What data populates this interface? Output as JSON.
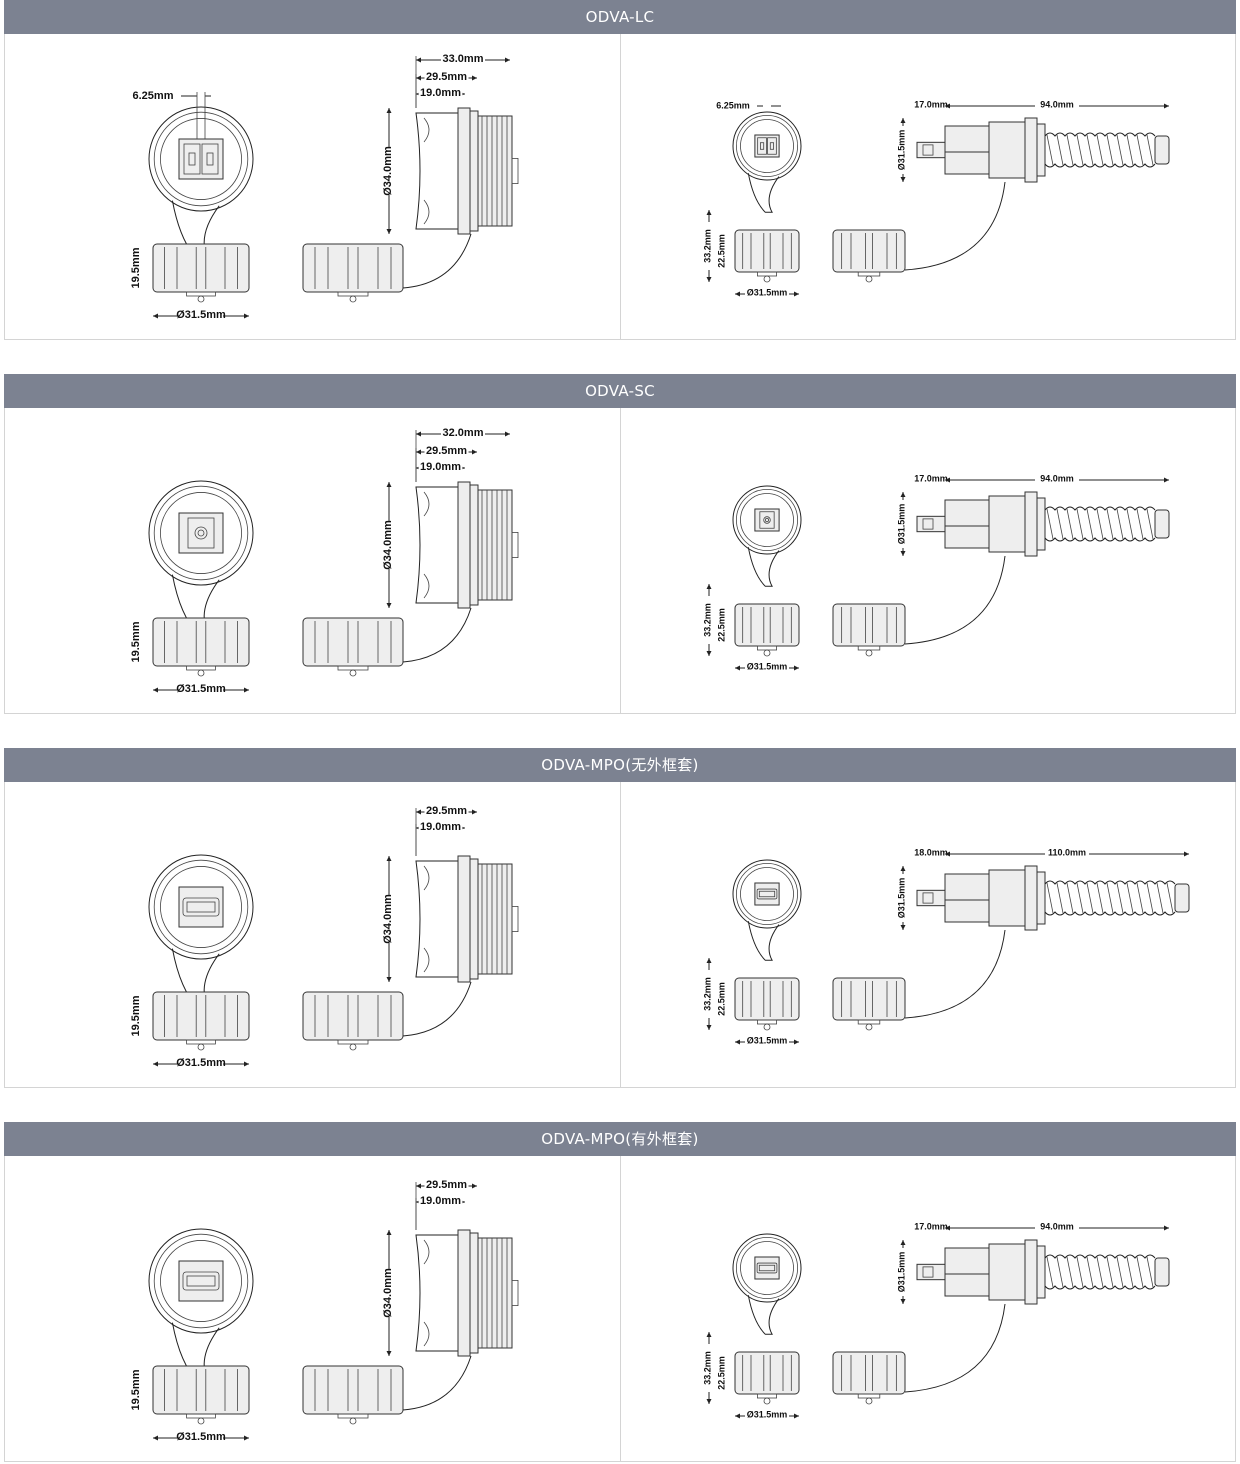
{
  "sections": [
    {
      "title": "ODVA-LC",
      "left": {
        "w": "6.25mm",
        "h": "19.5mm",
        "d": "Ø31.5mm",
        "top": "33.0mm",
        "mid": "29.5mm",
        "bot": "19.0mm",
        "dia": "Ø34.0mm",
        "insert": "lc"
      },
      "right": {
        "w": "6.25mm",
        "a": "17.0mm",
        "b": "94.0mm",
        "dia": "Ø31.5mm",
        "h1": "33.2mm",
        "h2": "22.5mm",
        "d": "Ø31.5mm"
      }
    },
    {
      "title": "ODVA-SC",
      "left": {
        "w": "",
        "h": "19.5mm",
        "d": "Ø31.5mm",
        "top": "32.0mm",
        "mid": "29.5mm",
        "bot": "19.0mm",
        "dia": "Ø34.0mm",
        "insert": "sc"
      },
      "right": {
        "w": "",
        "a": "17.0mm",
        "b": "94.0mm",
        "dia": "Ø31.5mm",
        "h1": "33.2mm",
        "h2": "22.5mm",
        "d": "Ø31.5mm"
      }
    },
    {
      "title": "ODVA-MPO(无外框套)",
      "left": {
        "w": "",
        "h": "19.5mm",
        "d": "Ø31.5mm",
        "top": "",
        "mid": "29.5mm",
        "bot": "19.0mm",
        "dia": "Ø34.0mm",
        "insert": "mpo"
      },
      "right": {
        "w": "",
        "a": "18.0mm",
        "b": "110.0mm",
        "dia": "Ø31.5mm",
        "h1": "33.2mm",
        "h2": "22.5mm",
        "d": "Ø31.5mm"
      }
    },
    {
      "title": "ODVA-MPO(有外框套)",
      "left": {
        "w": "",
        "h": "19.5mm",
        "d": "Ø31.5mm",
        "top": "",
        "mid": "29.5mm",
        "bot": "19.0mm",
        "dia": "Ø34.0mm",
        "insert": "mpo"
      },
      "right": {
        "w": "",
        "a": "17.0mm",
        "b": "94.0mm",
        "dia": "Ø31.5mm",
        "h1": "33.2mm",
        "h2": "22.5mm",
        "d": "Ø31.5mm"
      }
    }
  ],
  "colors": {
    "header_bg": "#7c8291",
    "header_text": "#ffffff",
    "border": "#d4d4d4"
  }
}
